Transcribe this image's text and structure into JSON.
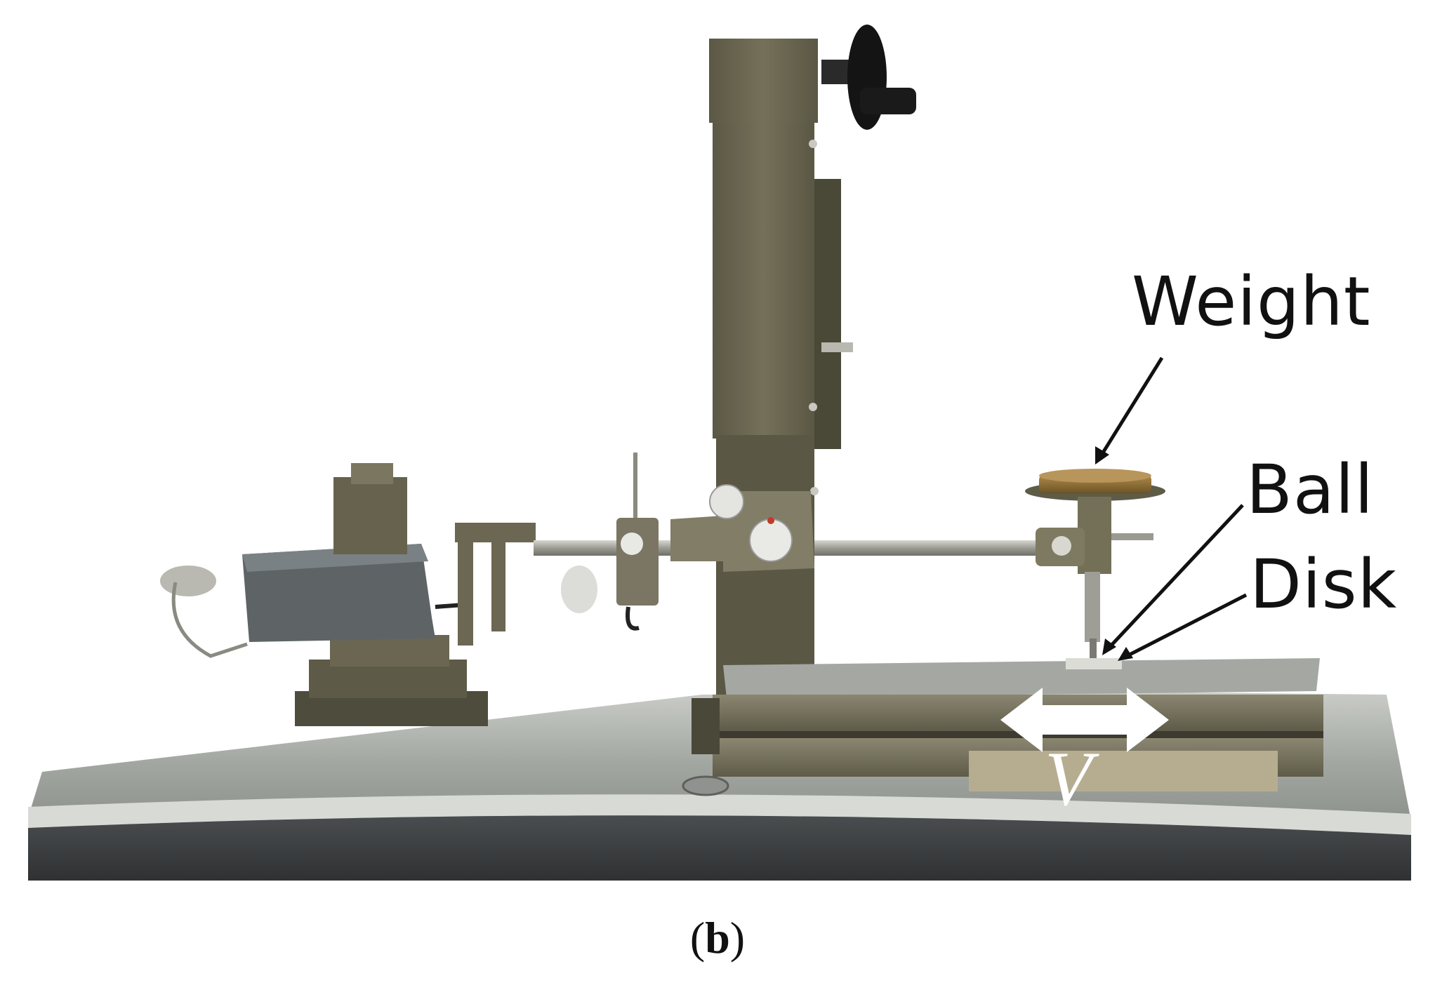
{
  "labels": {
    "weight": "Weight",
    "ball": "Ball",
    "disk": "Disk",
    "velocity": "V"
  },
  "caption": {
    "open": "(",
    "letter": "b",
    "close": ")"
  },
  "colors": {
    "background": "#ffffff",
    "machine_olive": "#6f6a55",
    "machine_dark_olive": "#55523f",
    "base_plate": "#a9aca6",
    "base_edge": "#3b3d3e",
    "motion_arrow": "#ffffff",
    "weight_brass": "#8a6e38"
  },
  "icons": [
    "double-headed-arrow-icon",
    "callout-arrow-icon",
    "hand-crank-icon"
  ]
}
